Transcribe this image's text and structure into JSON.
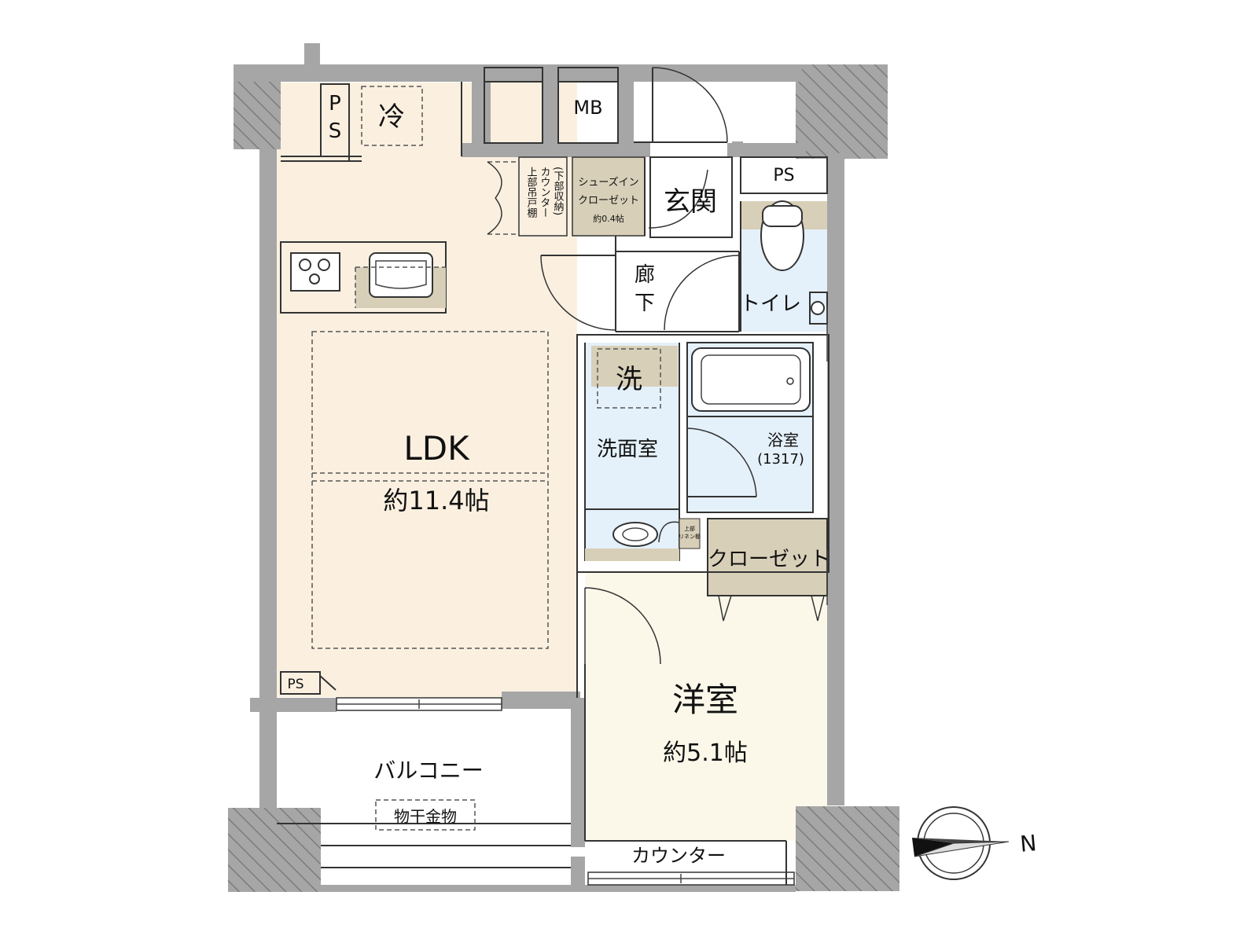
{
  "rooms": {
    "ldk": {
      "name": "LDK",
      "area": "約11.4帖"
    },
    "western": {
      "name": "洋室",
      "area": "約5.1帖"
    },
    "balcony": {
      "name": "バルコニー",
      "fixture": "物干金物"
    },
    "entrance": "玄関",
    "hallway_1": "廊",
    "hallway_2": "下",
    "toilet": "トイレ",
    "washroom": "洗面室",
    "washer": "洗",
    "bath": {
      "name": "浴室",
      "size": "(1317)"
    },
    "closet": "クローゼット",
    "shoe_closet": {
      "line1": "シューズイン",
      "line2": "クローゼット",
      "area": "約0.4帖"
    },
    "counter": "カウンター",
    "fridge": "冷",
    "kitchen_storage": {
      "col1": "(下部収納)",
      "col2": "カウンター",
      "col3": "上部吊戸棚"
    },
    "linen": {
      "line1": "上部",
      "line2": "リネン棚"
    }
  },
  "labels": {
    "ps_top_p": "P",
    "ps_top_s": "S",
    "mb": "MB",
    "ps_right": "PS",
    "ps_bottom": "PS"
  },
  "compass": {
    "north": "N"
  },
  "colors": {
    "ldk_floor": "#fbf0e0",
    "western_floor": "#fbf8ea",
    "wet_area": "#e4f0fa",
    "storage": "#d8cfb8",
    "wall": "#a6a6a6"
  }
}
